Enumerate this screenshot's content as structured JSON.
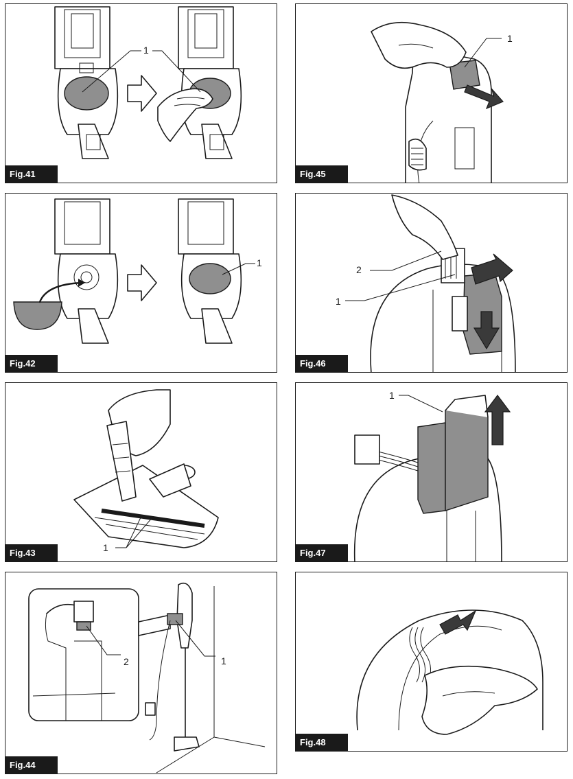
{
  "figures": [
    {
      "label": "Fig.41",
      "callouts": [
        "1"
      ]
    },
    {
      "label": "Fig.45",
      "callouts": [
        "1"
      ]
    },
    {
      "label": "Fig.42",
      "callouts": [
        "1"
      ]
    },
    {
      "label": "Fig.46",
      "callouts": [
        "2",
        "1"
      ]
    },
    {
      "label": "Fig.43",
      "callouts": [
        "1"
      ]
    },
    {
      "label": "Fig.47",
      "callouts": [
        "1"
      ]
    },
    {
      "label": "Fig.44",
      "callouts": [
        "2",
        "1"
      ]
    },
    {
      "label": "Fig.48",
      "callouts": []
    }
  ]
}
